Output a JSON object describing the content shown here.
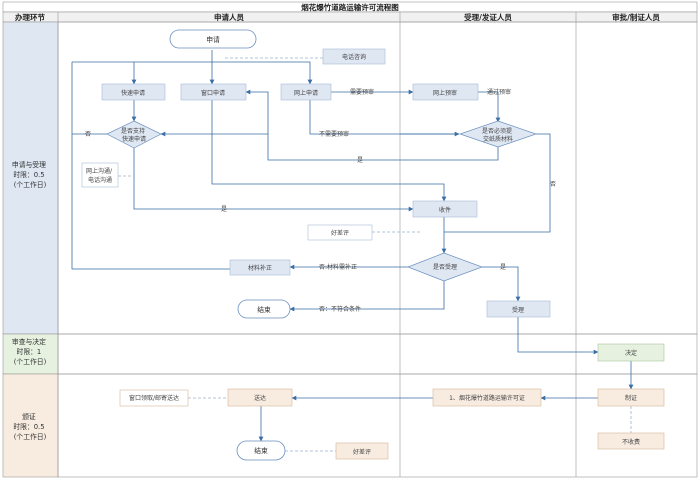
{
  "title": "烟花爆竹道路运输许可流程图",
  "headers": {
    "stage": "办理环节",
    "applicant": "申请人员",
    "acceptor": "受理/发证人员",
    "approver": "审批/制证人员"
  },
  "lanes": {
    "lane1": [
      "申请与受理",
      "时限：0.5",
      "(个工作日)"
    ],
    "lane2": [
      "审查与决定",
      "时限：1",
      "(个工作日)"
    ],
    "lane3": [
      "颁证",
      "时限：0.5",
      "(个工作日)"
    ]
  },
  "nodes": {
    "apply": "申请",
    "phone": "电话咨询",
    "fast_apply": "快速申请",
    "window_apply": "窗口申请",
    "online_apply": "网上申请",
    "online_pre": "网上预审",
    "support_fast": [
      "是否支持",
      "快速申请"
    ],
    "need_submit": [
      "是否必须提",
      "交纸质材料"
    ],
    "online_comm": [
      "网上沟通/",
      "电话沟通"
    ],
    "receive": "收件",
    "good_review_1": "好差评",
    "supplement": "材料补正",
    "accept_q": "是否受理",
    "end_1": "结束",
    "accept": "受理",
    "decide": "决定",
    "make_cert": "制证",
    "permit": "1、烟花爆竹道路运输许可证",
    "deliver": "送达",
    "pickup": "窗口领取/邮寄送达",
    "end_2": "结束",
    "good_review_2": "好差评",
    "no_fee": "不收费"
  },
  "edges": {
    "need_pre": "需要预审",
    "pass_pre": "通过预审",
    "no_pre": "不需要预审",
    "no_1": "否",
    "yes_1": "是",
    "yes_2": "是",
    "no_2": "否",
    "yes_3": "是",
    "no_supplement": "否:材料需补正",
    "no_reject": "否：不符合条件"
  }
}
